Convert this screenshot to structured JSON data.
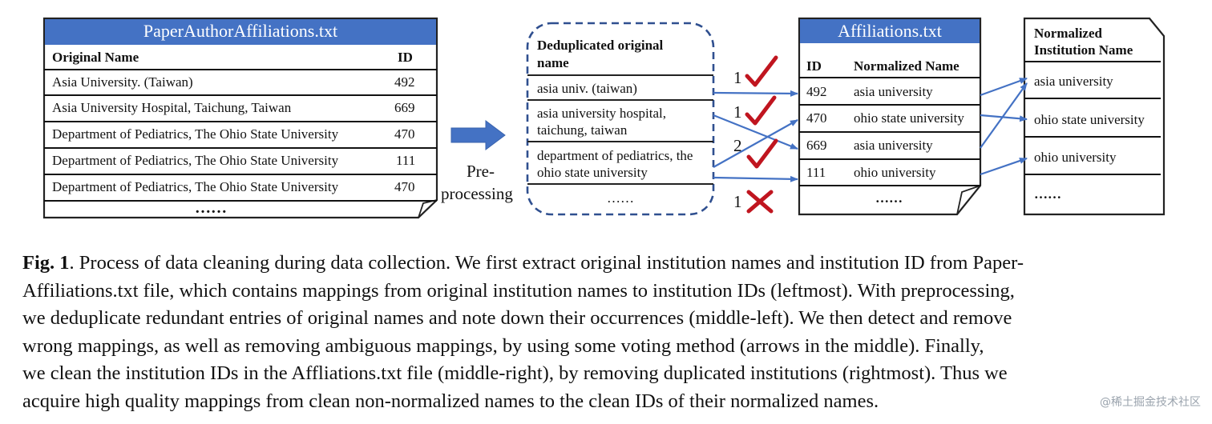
{
  "left_table": {
    "title": "PaperAuthorAffiliations.txt",
    "col_name": "Original Name",
    "col_id": "ID",
    "rows": [
      {
        "name": "Asia University.  (Taiwan)",
        "id": "492"
      },
      {
        "name": "Asia University Hospital, Taichung, Taiwan",
        "id": "669"
      },
      {
        "name": "Department of Pediatrics, The Ohio State University",
        "id": "470"
      },
      {
        "name": "Department of Pediatrics, The Ohio State University",
        "id": "111"
      },
      {
        "name": "Department of Pediatrics, The Ohio State University",
        "id": "470"
      }
    ],
    "ellipsis": "……"
  },
  "preprocess": {
    "line1": "Pre-",
    "line2": "processing"
  },
  "dedup_box": {
    "title_line1": "Deduplicated original",
    "title_line2": "name",
    "rows": [
      [
        "asia univ. (taiwan)"
      ],
      [
        "asia university hospital,",
        "taichung, taiwan"
      ],
      [
        "department of pediatrics, the",
        "ohio state university"
      ]
    ],
    "ellipsis": "……"
  },
  "votes": [
    {
      "count": "1",
      "mark": "check"
    },
    {
      "count": "1",
      "mark": "check"
    },
    {
      "count": "2",
      "mark": "check"
    },
    {
      "count": "1",
      "mark": "cross"
    }
  ],
  "affiliations": {
    "title": "Affiliations.txt",
    "col_id": "ID",
    "col_name": "Normalized Name",
    "rows": [
      {
        "id": "492",
        "name": "asia university"
      },
      {
        "id": "470",
        "name": "ohio state university"
      },
      {
        "id": "669",
        "name": "asia university"
      },
      {
        "id": "111",
        "name": "ohio university"
      }
    ],
    "ellipsis": "……"
  },
  "normalized": {
    "title_line1": "Normalized",
    "title_line2": "Institution Name",
    "rows": [
      "asia university",
      "ohio state university",
      "ohio university"
    ],
    "ellipsis": "……"
  },
  "caption": {
    "label": "Fig. 1",
    "line1_rest": ". Process of data cleaning during data collection. We first extract original institution names and institution ID from Paper-",
    "line2": "Affiliations.txt file, which contains mappings from original institution names to institution IDs (leftmost). With preprocessing,",
    "line3": "we deduplicate redundant entries of original names and note down their occurrences (middle-left). We then detect and remove",
    "line4": "wrong mappings, as well as removing ambiguous mappings, by using some voting method (arrows in the middle).  Finally,",
    "line5": "we clean the institution IDs in the Affliations.txt file (middle-right), by removing duplicated institutions (rightmost). Thus we",
    "line6": "acquire high quality mappings from clean non-normalized names to the clean IDs of their normalized names."
  },
  "watermark": "@稀土掘金技术社区",
  "colors": {
    "accent": "#4472c4",
    "check": "#c0151f"
  }
}
